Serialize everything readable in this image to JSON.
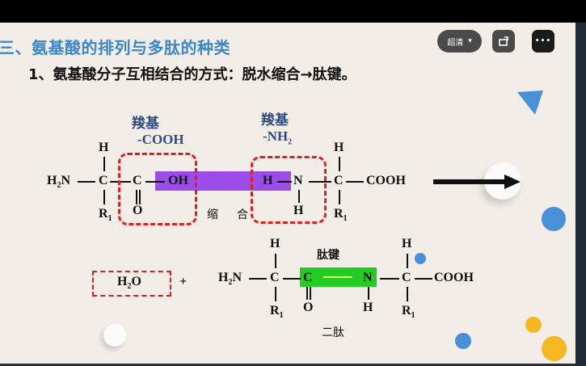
{
  "player_controls": {
    "quality_label": "超清",
    "quality_chevron": "▾",
    "share_icon": "share-icon",
    "more_label": "•••"
  },
  "slide": {
    "section_title": "三、氨基酸的排列与多肽的种类",
    "subtitle": "1、氨基酸分子互相结合的方式：脱水缩合→肽键。",
    "reaction": {
      "label_carboxyl": "羧基",
      "label_carboxyl_formula": "-COOH",
      "label_amino": "羧基",
      "label_amino_formula": "-NH",
      "label_amino_sub": "2",
      "aa1": {
        "amine": "H",
        "amine_sub": "2",
        "amine_N": "N",
        "alpha_C": "C",
        "top_H": "H",
        "R": "R",
        "R_sub": "1",
        "carbonyl_C": "C",
        "carbonyl_O": "O",
        "OH": "OH"
      },
      "aa2": {
        "H": "H",
        "N": "N",
        "N_H": "H",
        "alpha_C": "C",
        "top_H": "H",
        "R": "R",
        "R_sub": "1",
        "carboxyl": "COOH"
      },
      "condensation_label_1": "缩",
      "condensation_label_2": "合",
      "highlight_color": "#9b4de8",
      "dash_color": "#e02020"
    },
    "products": {
      "water": "H",
      "water_sub": "2",
      "water_O": "O",
      "plus": "+",
      "peptide_bond_label": "肽键",
      "dipeptide_label": "二肽",
      "dipeptide": {
        "amine": "H",
        "amine_sub": "2",
        "amine_N": "N",
        "C1": "C",
        "H1": "H",
        "R1": "R",
        "R1_sub": "1",
        "carbonyl_C": "C",
        "carbonyl_O": "O",
        "N": "N",
        "N_H": "H",
        "C2": "C",
        "H2": "H",
        "R2": "R",
        "R2_sub": "1",
        "carboxyl": "COOH"
      },
      "bond_color": "#22cc22"
    },
    "decor": {
      "blue": "#4a90d9",
      "yellow": "#f5b820"
    }
  }
}
